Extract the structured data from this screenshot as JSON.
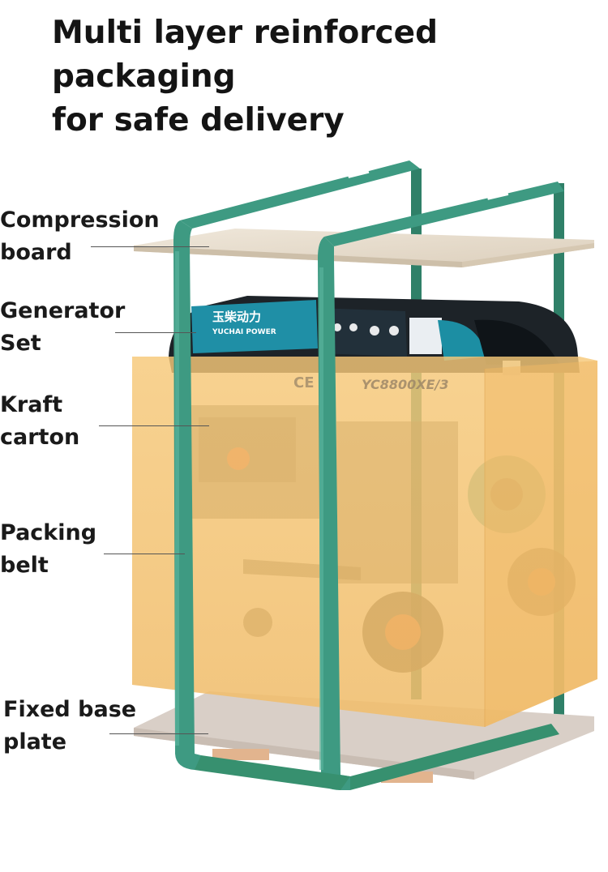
{
  "headline": {
    "line1": "Multi layer reinforced packaging",
    "line2": "for safe delivery"
  },
  "callouts": [
    {
      "line1": "Compression",
      "line2": "board"
    },
    {
      "line1": "Generator",
      "line2": "Set"
    },
    {
      "line1": "Kraft",
      "line2": "carton"
    },
    {
      "line1": "Packing",
      "line2": "belt"
    },
    {
      "line1": "Fixed base",
      "line2": "plate"
    }
  ],
  "generator": {
    "brand_cn": "玉柴动力",
    "brand_en": "YUCHAI POWER",
    "model": "YC8800XE/3",
    "ce_mark": "CE"
  },
  "colors": {
    "belt": "#3e9a82",
    "belt_dark": "#2a7760",
    "carton": "#f2c275",
    "board": "#e6dccd",
    "base_plate": "#d9cfc7",
    "headline": "#141414"
  }
}
